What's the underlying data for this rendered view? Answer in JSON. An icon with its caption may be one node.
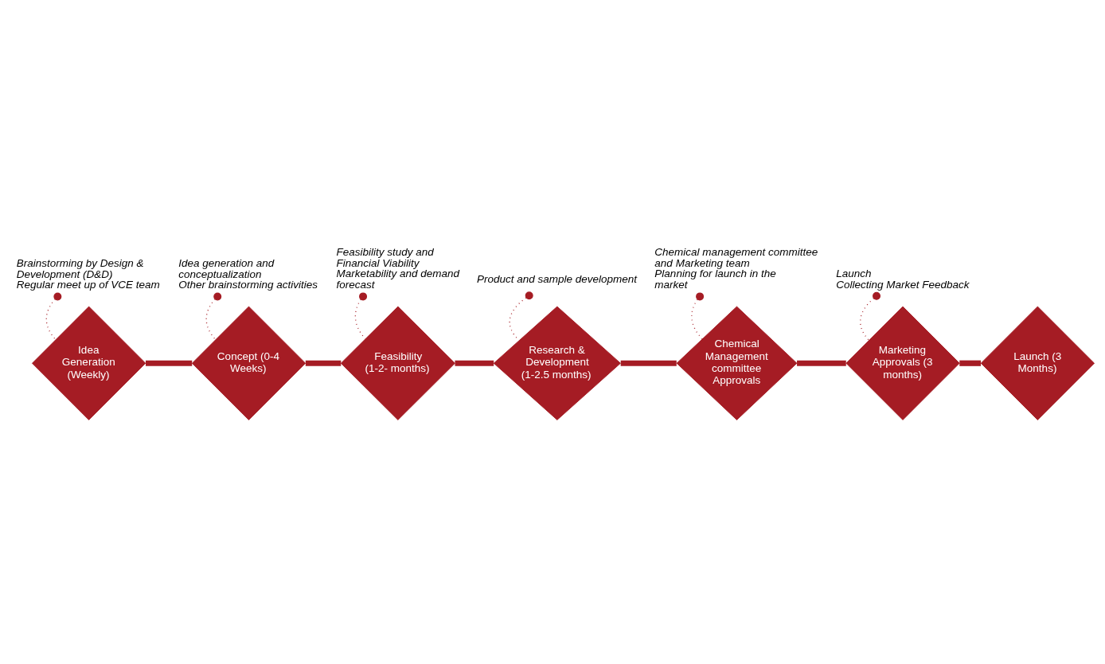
{
  "diagram": {
    "nodes": [
      {
        "text": [
          "Idea Generation (Weekly)"
        ]
      },
      {
        "text": [
          "Concept (0-4 Weeks)"
        ]
      },
      {
        "text": [
          "Feasibility (1-2- months)"
        ]
      },
      {
        "text": [
          "Research & Development (1-2.5 months)"
        ]
      },
      {
        "text": [
          "Chemical Management committee Approvals"
        ]
      },
      {
        "text": [
          "Marketing Approvals (3 months)"
        ]
      },
      {
        "text": [
          "Launch (3 Months)"
        ]
      },
      {
        "text": [
          "Brainstorming by Design & Development (D&D)",
          "Regular meet up of VCE team"
        ]
      },
      {
        "text": [
          "Idea generation and conceptualization",
          "Other brainstorming activities"
        ]
      },
      {
        "text": [
          "Feasibility study and Financial Viability",
          "Marketability and demand forecast"
        ]
      },
      {
        "text": [
          "Product and sample development"
        ]
      },
      {
        "text": [
          "Chemical management committee and Marketing team",
          "Planning for launch in the market"
        ]
      },
      {
        "text": [
          "Launch",
          "Collecting Market Feedback"
        ]
      }
    ],
    "edges": [
      {
        "from": 0,
        "to": 1,
        "arrow": "none",
        "style": "thick"
      },
      {
        "from": 1,
        "to": 2,
        "arrow": "none",
        "style": "thick"
      },
      {
        "from": 2,
        "to": 3,
        "arrow": "none",
        "style": "thick"
      },
      {
        "from": 3,
        "to": 4,
        "arrow": "none",
        "style": "thick"
      },
      {
        "from": 4,
        "to": 5,
        "arrow": "none",
        "style": "thick"
      },
      {
        "from": 5,
        "to": 6,
        "arrow": "none",
        "style": "thick"
      },
      {
        "from": 7,
        "to": 0,
        "arrow": "other",
        "style": "dashed"
      },
      {
        "from": 8,
        "to": 1,
        "arrow": "other",
        "style": "dashed"
      },
      {
        "from": 9,
        "to": 2,
        "arrow": "other",
        "style": "dashed"
      },
      {
        "from": 10,
        "to": 3,
        "arrow": "other",
        "style": "dashed"
      },
      {
        "from": 11,
        "to": 4,
        "arrow": "other",
        "style": "dashed"
      },
      {
        "from": 12,
        "to": 5,
        "arrow": "other",
        "style": "dashed"
      }
    ]
  }
}
